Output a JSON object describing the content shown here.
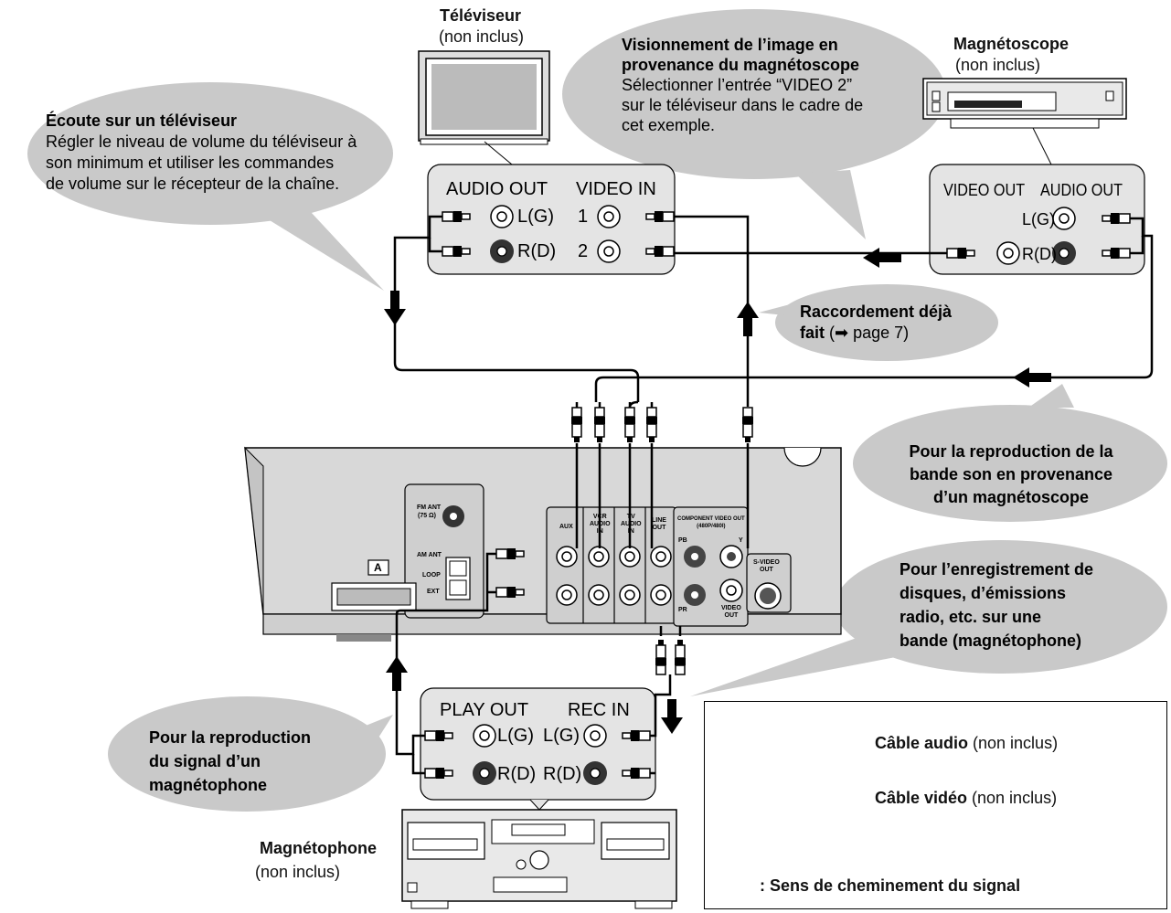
{
  "devices": {
    "tv": {
      "name": "Téléviseur",
      "note": "(non inclus)"
    },
    "vcr": {
      "name": "Magnétoscope",
      "note": "(non inclus)"
    },
    "tape": {
      "name": "Magnétophone",
      "note": "(non inclus)"
    }
  },
  "bubbles": {
    "tv_listen": {
      "title": "Écoute sur un téléviseur",
      "lines": [
        "Régler le niveau de volume du téléviseur à",
        "son minimum et utiliser les commandes",
        "de volume sur le récepteur de la chaîne."
      ]
    },
    "vcr_view": {
      "title_lines": [
        "Visionnement de l’image en",
        "provenance du magnétoscope"
      ],
      "lines": [
        "Sélectionner l’entrée “VIDEO 2”",
        "sur le téléviseur dans le cadre de",
        "cet exemple."
      ]
    },
    "already": {
      "line1": "Raccordement déjà",
      "line2_bold": "fait",
      "line2_rest": " (➡ page 7)"
    },
    "vcr_sound": {
      "lines": [
        "Pour la reproduction de la",
        "bande son en provenance",
        "d’un magnétoscope"
      ]
    },
    "record": {
      "lines": [
        "Pour l’enregistrement de",
        "disques, d’émissions",
        "radio, etc. sur une",
        "bande (magnétophone)"
      ]
    },
    "tape_play": {
      "lines": [
        "Pour la reproduction",
        "du signal d’un",
        "magnétophone"
      ]
    }
  },
  "panels": {
    "tv": {
      "audio_out": "AUDIO OUT",
      "video_in": "VIDEO IN",
      "left": "L(G)",
      "right": "R(D)",
      "in1": "1",
      "in2": "2"
    },
    "vcr": {
      "video_out": "VIDEO OUT",
      "audio_out": "AUDIO OUT",
      "left": "L(G)",
      "right": "R(D)"
    },
    "tape": {
      "play_out": "PLAY OUT",
      "rec_in": "REC IN",
      "left": "L(G)",
      "right": "R(D)",
      "left2": "L(G)",
      "right2": "R(D)"
    }
  },
  "receiver": {
    "fm_ant": "FM ANT",
    "fm_ohm": "(75 Ω)",
    "am_ant": "AM ANT",
    "loop": "LOOP",
    "ext": "EXT",
    "panel_a": "A",
    "aux": "AUX",
    "vcr_audio": [
      "VCR",
      "AUDIO",
      "IN"
    ],
    "tv_audio": [
      "TV",
      "AUDIO",
      "IN"
    ],
    "line_out": [
      "LINE",
      "OUT"
    ],
    "component": [
      "COMPONENT VIDEO OUT",
      "(480P/480I)"
    ],
    "pb": "PB",
    "pr": "PR",
    "y": "Y",
    "svideo": [
      "S-VIDEO",
      "OUT"
    ],
    "video_out": [
      "VIDEO",
      "OUT"
    ]
  },
  "legend": {
    "audio_bold": "Câble audio",
    "audio_note": " (non inclus)",
    "video_bold": "Câble vidéo",
    "video_note": " (non inclus)",
    "signal": ": Sens de cheminement du signal"
  },
  "colors": {
    "bubble": "#c9c9c9",
    "panel": "#e4e4e4",
    "device": "#d8d8d8",
    "line": "#000000"
  }
}
